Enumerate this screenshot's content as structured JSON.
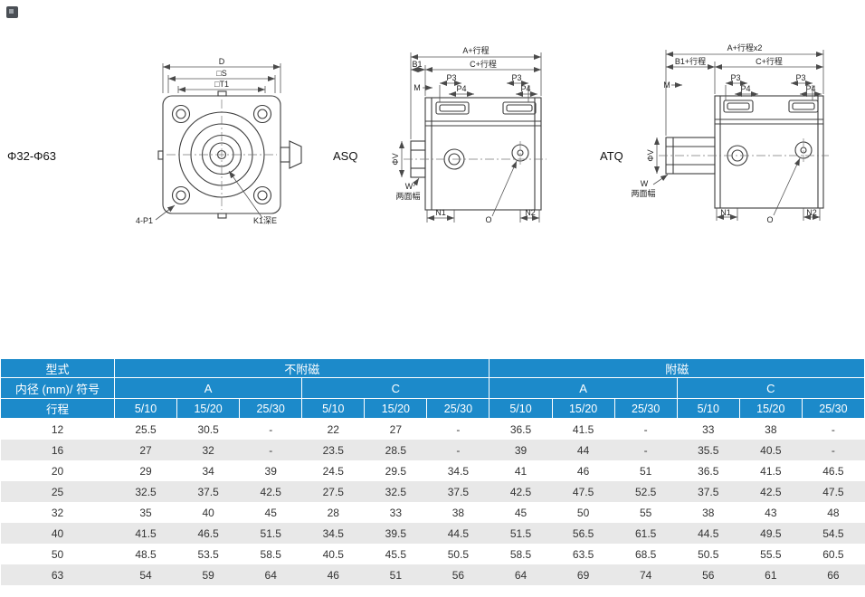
{
  "colors": {
    "header_blue": "#1c8aca",
    "row_alt": "#e8e8e8"
  },
  "drawings": {
    "bore_range": "Φ32-Φ63",
    "front": {
      "d": "D",
      "s": "□S",
      "t1": "□T1",
      "p1": "4-P1",
      "k1": "K1深E"
    },
    "asq": {
      "name": "ASQ",
      "a": "A+行程",
      "b1": "B1",
      "c": "C+行程",
      "m": "M",
      "p3": "P3",
      "p4": "P4",
      "phiv": "ΦV",
      "w": "W",
      "w_note": "两面幅",
      "n1": "N1",
      "o": "O",
      "n2": "N2"
    },
    "atq": {
      "name": "ATQ",
      "a": "A+行程x2",
      "b1": "B1+行程",
      "c": "C+行程",
      "m": "M",
      "p3": "P3",
      "p4": "P4",
      "phiv": "ΦV",
      "w": "W",
      "w_note": "两面幅",
      "n1": "N1",
      "o": "O",
      "n2": "N2"
    }
  },
  "table": {
    "header": {
      "type_label": "型式",
      "no_magnet": "不附磁",
      "magnet": "附磁",
      "bore_label": "内径 (mm)/ 符号",
      "col_a": "A",
      "col_c": "C",
      "stroke_label": "行程",
      "stroke_cols": [
        "5/10",
        "15/20",
        "25/30",
        "5/10",
        "15/20",
        "25/30",
        "5/10",
        "15/20",
        "25/30",
        "5/10",
        "15/20",
        "25/30"
      ]
    },
    "rows": [
      {
        "bore": "12",
        "values": [
          "25.5",
          "30.5",
          "-",
          "22",
          "27",
          "-",
          "36.5",
          "41.5",
          "-",
          "33",
          "38",
          "-"
        ]
      },
      {
        "bore": "16",
        "values": [
          "27",
          "32",
          "-",
          "23.5",
          "28.5",
          "-",
          "39",
          "44",
          "-",
          "35.5",
          "40.5",
          "-"
        ]
      },
      {
        "bore": "20",
        "values": [
          "29",
          "34",
          "39",
          "24.5",
          "29.5",
          "34.5",
          "41",
          "46",
          "51",
          "36.5",
          "41.5",
          "46.5"
        ]
      },
      {
        "bore": "25",
        "values": [
          "32.5",
          "37.5",
          "42.5",
          "27.5",
          "32.5",
          "37.5",
          "42.5",
          "47.5",
          "52.5",
          "37.5",
          "42.5",
          "47.5"
        ]
      },
      {
        "bore": "32",
        "values": [
          "35",
          "40",
          "45",
          "28",
          "33",
          "38",
          "45",
          "50",
          "55",
          "38",
          "43",
          "48"
        ]
      },
      {
        "bore": "40",
        "values": [
          "41.5",
          "46.5",
          "51.5",
          "34.5",
          "39.5",
          "44.5",
          "51.5",
          "56.5",
          "61.5",
          "44.5",
          "49.5",
          "54.5"
        ]
      },
      {
        "bore": "50",
        "values": [
          "48.5",
          "53.5",
          "58.5",
          "40.5",
          "45.5",
          "50.5",
          "58.5",
          "63.5",
          "68.5",
          "50.5",
          "55.5",
          "60.5"
        ]
      },
      {
        "bore": "63",
        "values": [
          "54",
          "59",
          "64",
          "46",
          "51",
          "56",
          "64",
          "69",
          "74",
          "56",
          "61",
          "66"
        ]
      }
    ]
  }
}
